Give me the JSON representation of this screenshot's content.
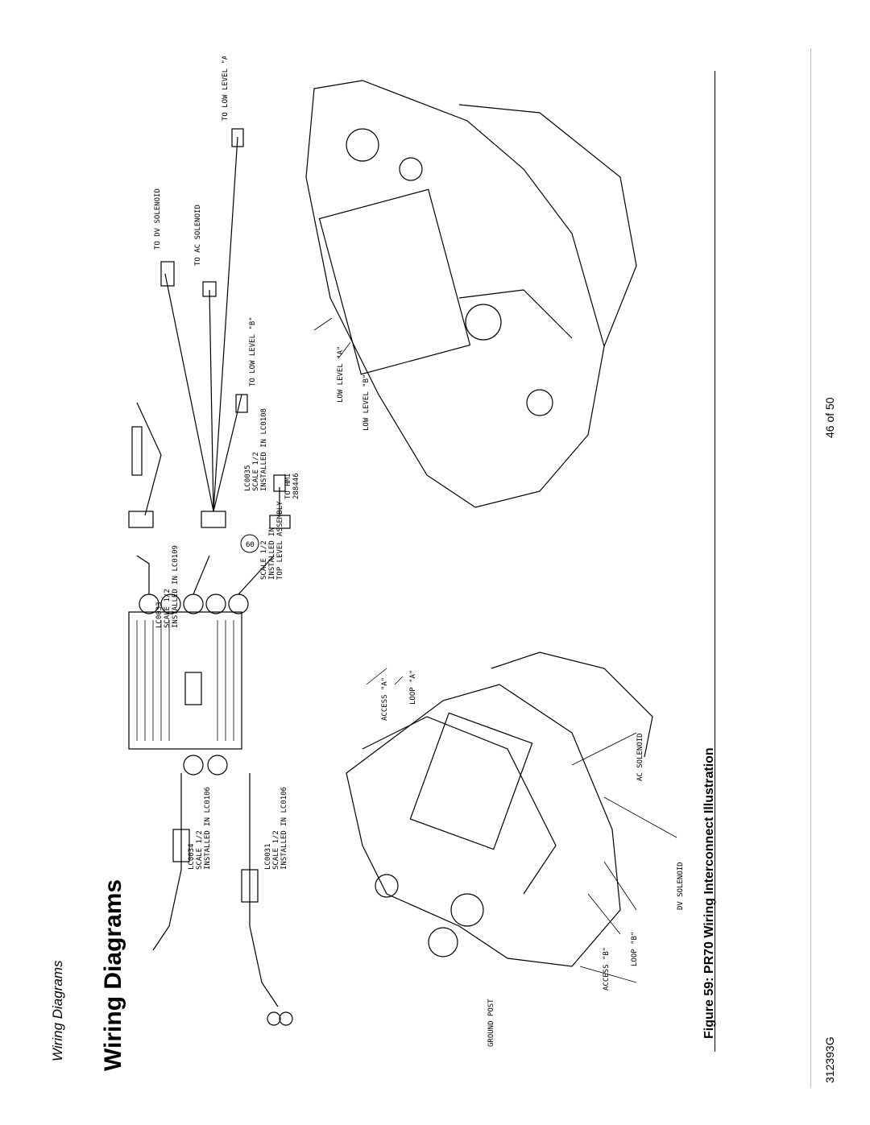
{
  "header": {
    "section": "Wiring Diagrams",
    "title": "Wiring Diagrams"
  },
  "figure": {
    "caption": "Figure 59:  PR70 Wiring Interconnect Illustration",
    "callout": "60",
    "labels": {
      "to_low_level_a": "TO LOW LEVEL \"A\"",
      "to_dv_solenoid": "TO DV SOLENOID",
      "to_ac_solenoid": "TO AC SOLENOID",
      "to_low_level_b": "TO LOW LEVEL \"B\"",
      "lc0033": "LC0033",
      "lc0033_scale": "SCALE 1/2",
      "lc0033_inst": "INSTALLED IN LC0109",
      "lc0035": "LC0035",
      "lc0035_scale": "SCALE 1/2",
      "lc0035_inst": "INSTALLED IN LC0108",
      "to_hmi": "TO HMI",
      "hmi_part": "288446",
      "top_scale": "SCALE 1/2",
      "top_inst1": "INSTALLED IN",
      "top_inst2": "TOP LEVEL ASSEMBLY",
      "lc0034": "LC0034",
      "lc0034_scale": "SCALE 1/2",
      "lc0034_inst": "INSTALLED IN LC0106",
      "lc0031": "LC0031",
      "lc0031_scale": "SCALE 1/2",
      "lc0031_inst": "INSTALLED IN LC0106",
      "low_level_a": "LOW LEVEL \"A\"",
      "low_level_b": "LOW LEVEL \"B\"",
      "access_a": "ACCESS \"A\"",
      "loop_a": "LOOP \"A\"",
      "ac_solenoid": "AC SOLENOID",
      "dv_solenoid": "DV SOLENOID",
      "loop_b": "LOOP \"B\"",
      "access_b": "ACCESS \"B\"",
      "ground_post": "GROUND POST"
    }
  },
  "footer": {
    "doc_number": "312393G",
    "page": "46 of 50"
  }
}
